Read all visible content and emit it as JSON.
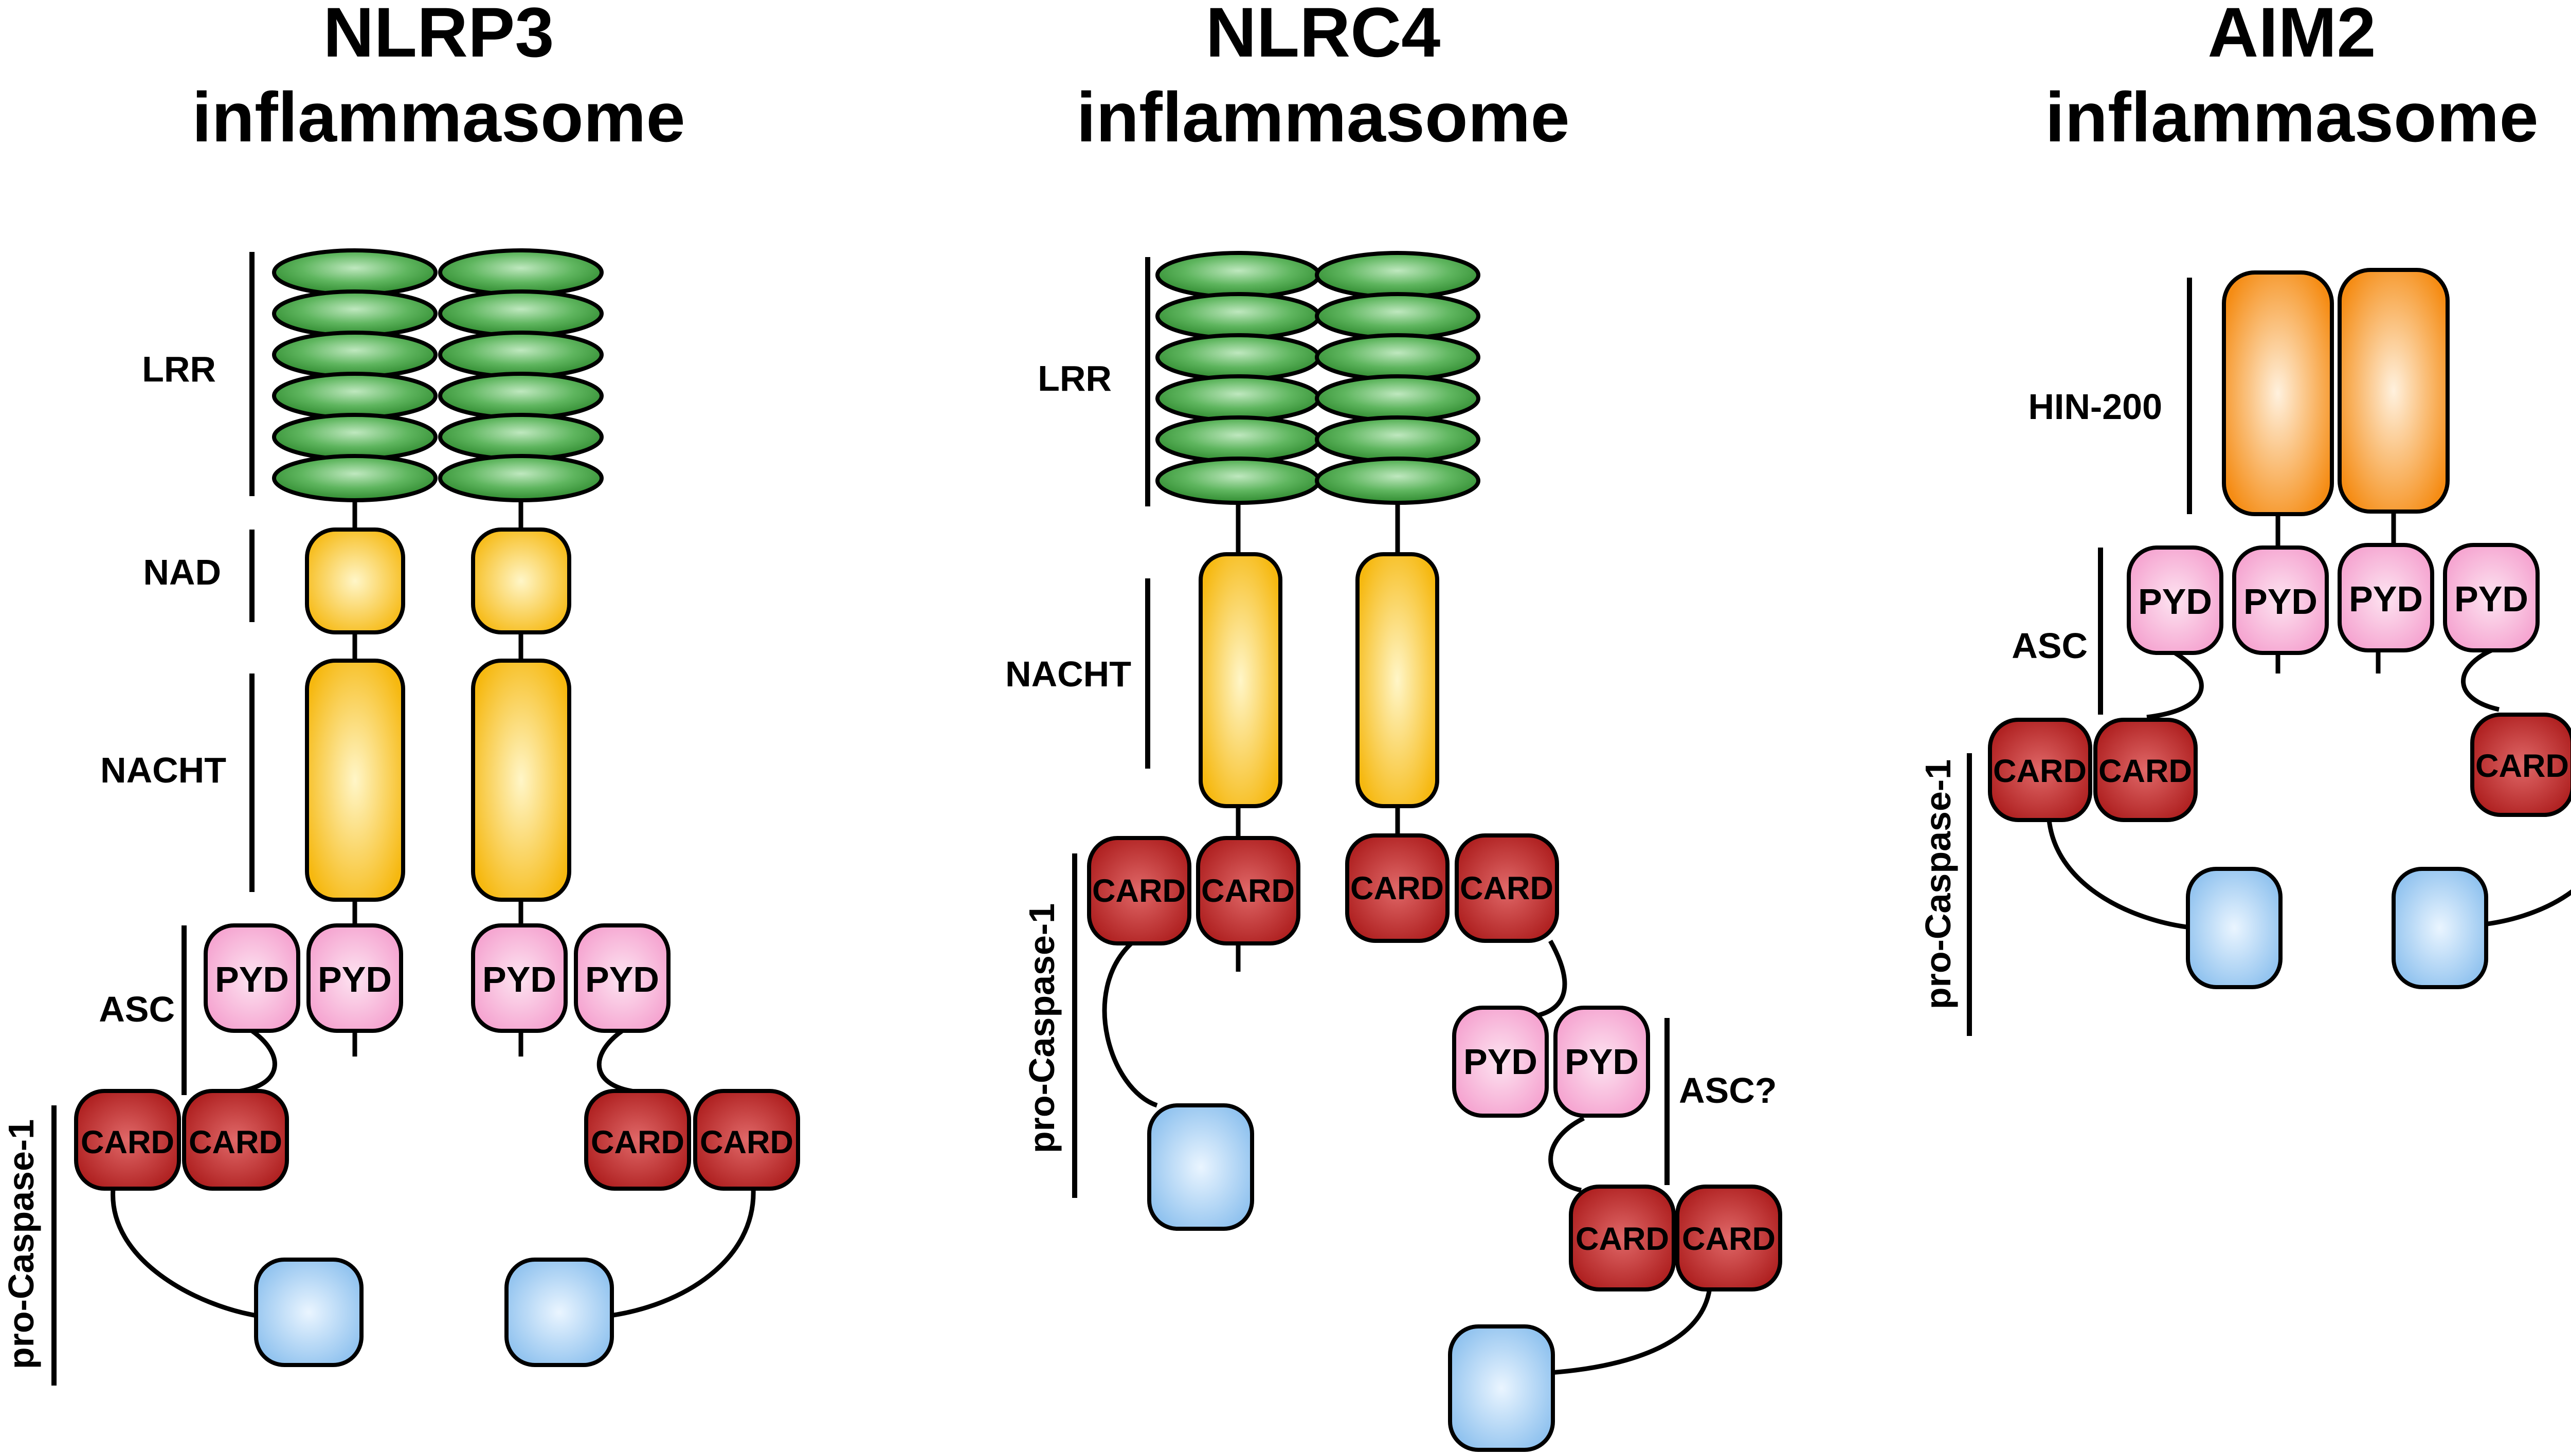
{
  "panels": [
    {
      "title_line1": "NLRP3",
      "title_line2": "inflammasome"
    },
    {
      "title_line1": "NLRC4",
      "title_line2": "inflammasome"
    },
    {
      "title_line1": "AIM2",
      "title_line2": "inflammasome"
    }
  ],
  "labels": {
    "lrr": "LRR",
    "nad": "NAD",
    "nacht": "NACHT",
    "asc": "ASC",
    "asc_question": "ASC?",
    "pro_caspase_1": "pro-Caspase-1",
    "hin_200": "HIN-200"
  },
  "domains": {
    "pyd": "PYD",
    "card": "CARD"
  },
  "colors": {
    "lrr_green": "#3c9a3c",
    "nacht_yellow": "#f6be1e",
    "pyd_pink": "#f7a9d0",
    "card_red": "#b91c1c",
    "caspase_blue": "#9cc9f2",
    "hin_orange": "#f6901e"
  }
}
